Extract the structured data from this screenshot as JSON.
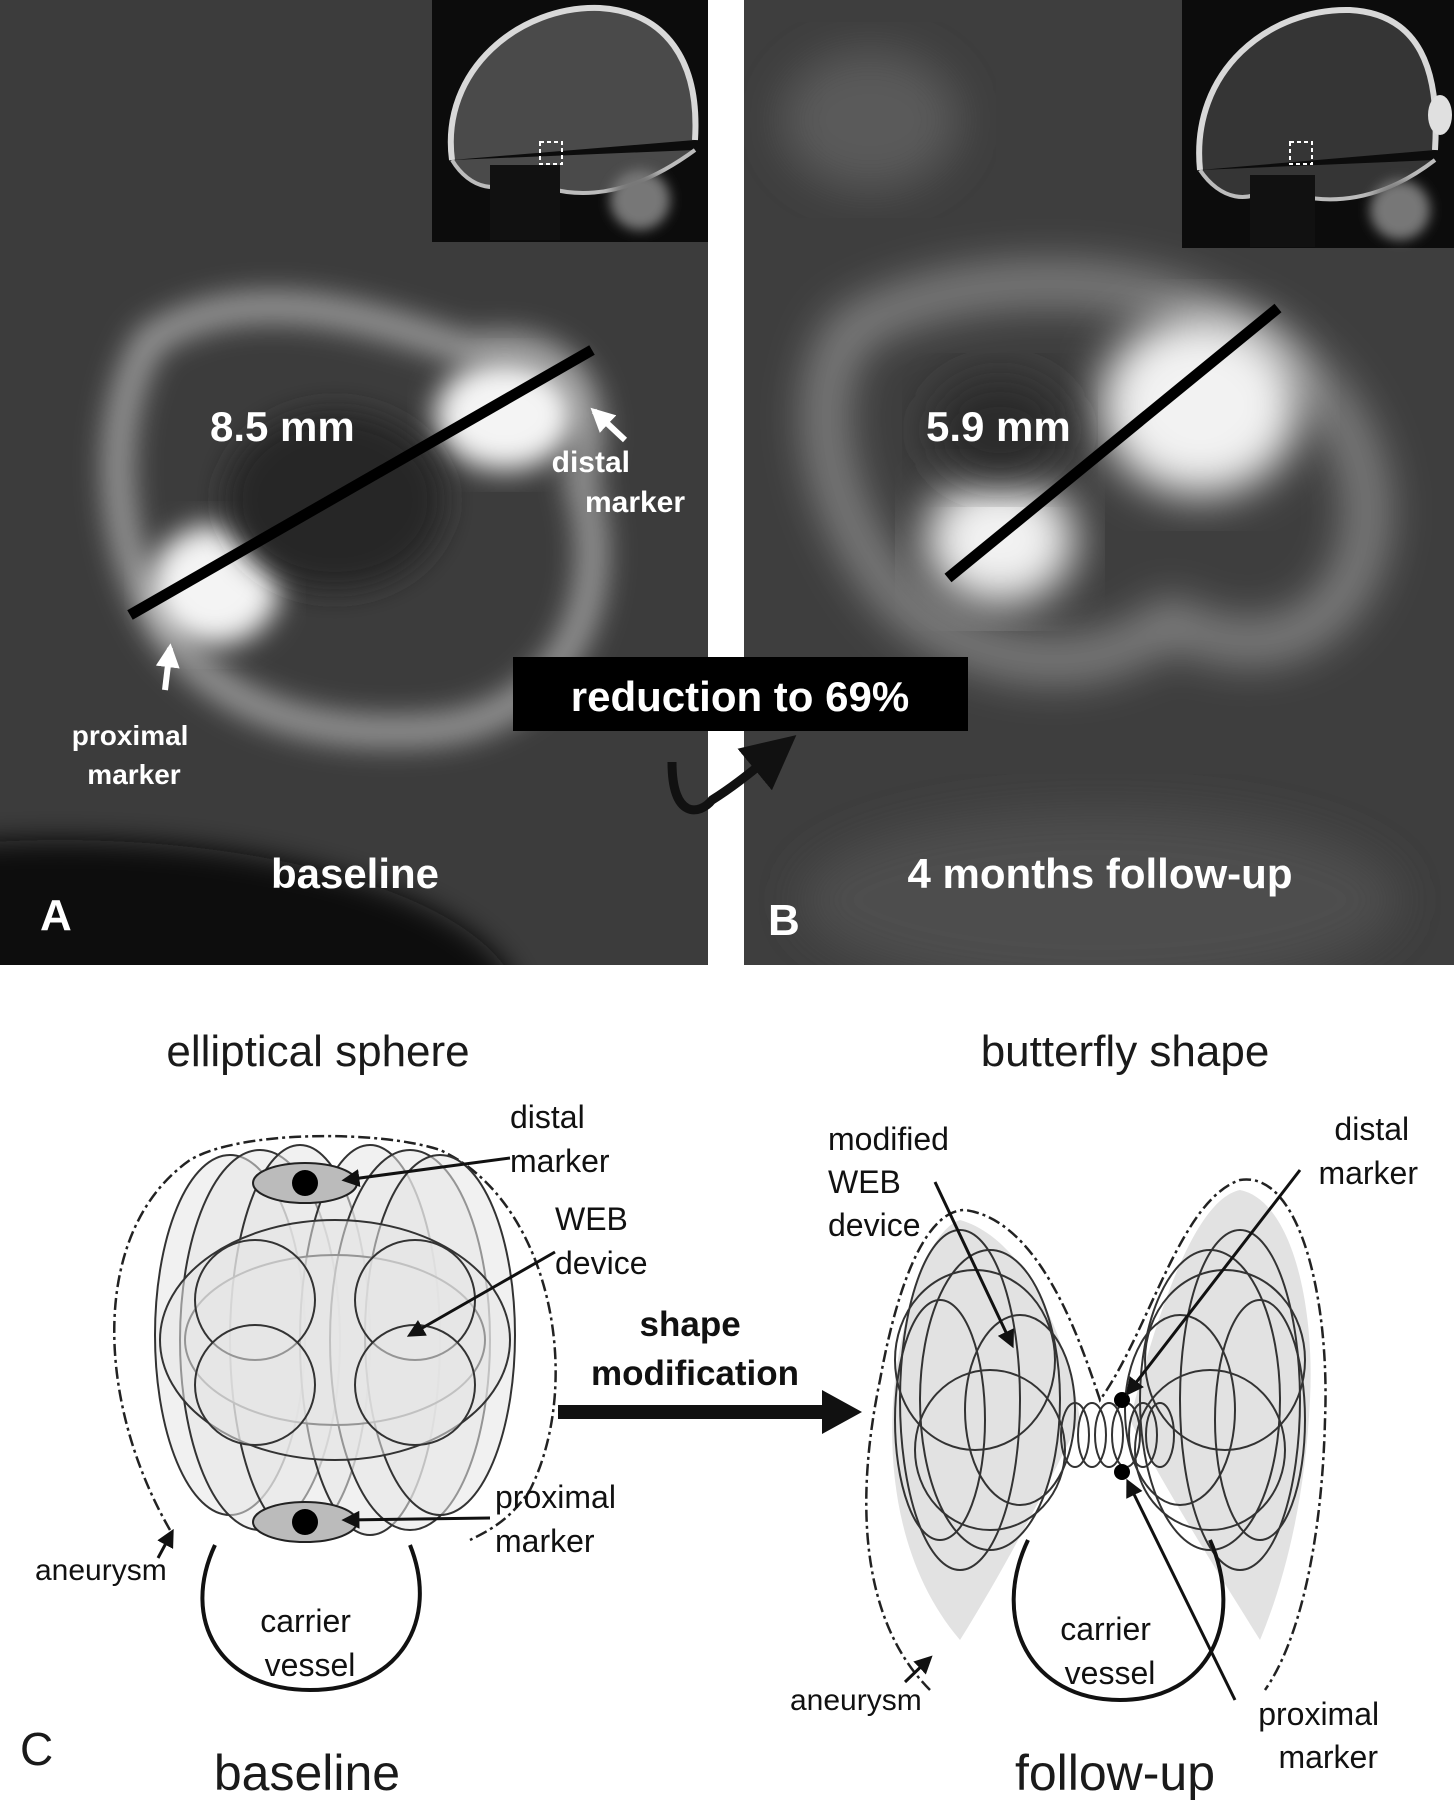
{
  "panel_a": {
    "letter": "A",
    "measurement": "8.5 mm",
    "distal_marker": [
      "distal",
      "marker"
    ],
    "proximal_marker": [
      "proximal",
      "marker"
    ],
    "caption": "baseline"
  },
  "panel_b": {
    "letter": "B",
    "measurement": "5.9 mm",
    "caption": "4 months follow-up"
  },
  "reduction_label": "reduction to 69%",
  "panel_c": {
    "letter": "C",
    "left_title": "elliptical sphere",
    "right_title": "butterfly shape",
    "left_distal_marker": [
      "distal",
      "marker"
    ],
    "left_web_device": [
      "WEB",
      "device"
    ],
    "left_proximal_marker": [
      "proximal",
      "marker"
    ],
    "left_aneurysm": "aneurysm",
    "left_carrier_vessel": [
      "carrier",
      "vessel"
    ],
    "left_caption": "baseline",
    "arrow_label": [
      "shape",
      "modification"
    ],
    "right_modified_web": [
      "modified",
      "WEB",
      "device"
    ],
    "right_distal_marker": [
      "distal",
      "marker"
    ],
    "right_aneurysm": "aneurysm",
    "right_carrier_vessel": [
      "carrier",
      "vessel"
    ],
    "right_proximal_marker": [
      "proximal",
      "marker"
    ],
    "right_caption": "follow-up"
  }
}
